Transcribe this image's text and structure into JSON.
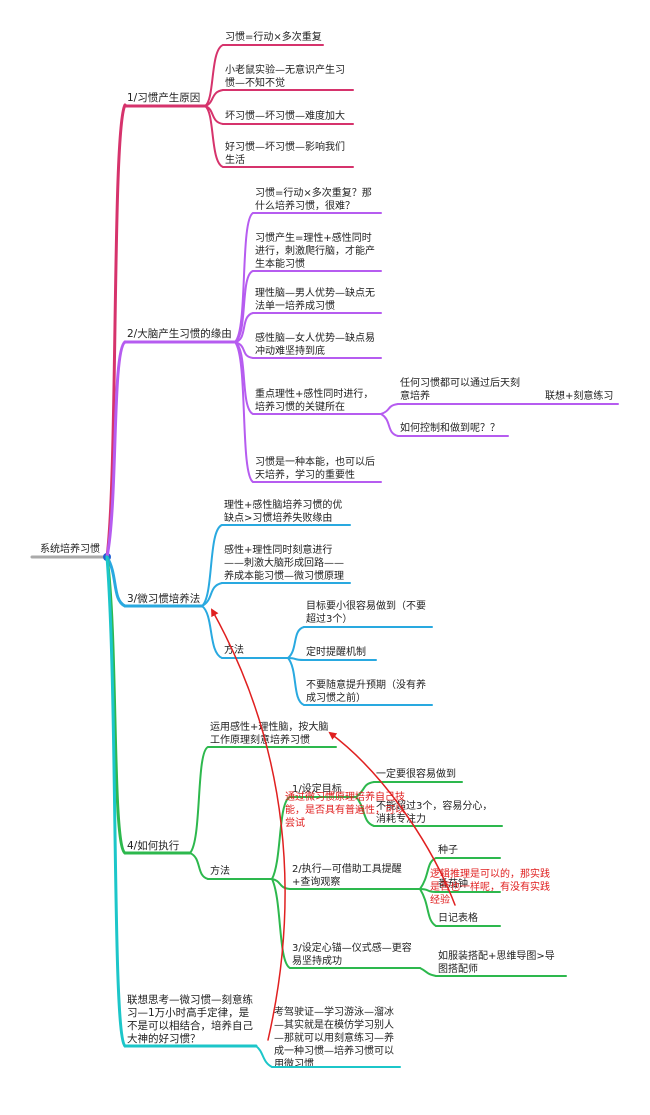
{
  "colors": {
    "branch1": "#d6336c",
    "branch2": "#b65cf0",
    "branch3": "#29a9e0",
    "branch4": "#2db84d",
    "branch5": "#1cc6c9",
    "root_bar": "#aaaaaa",
    "root_dot": "#1f5fd6",
    "note": "#e02020"
  },
  "root": {
    "label": "系统培养习惯"
  },
  "branches": [
    {
      "label": "1/习惯产生原因",
      "items": [
        [
          "习惯=行动×多次重复"
        ],
        [
          "小老鼠实验—无意识产生习",
          "惯—不知不觉"
        ],
        [
          "坏习惯—坏习惯—难度加大"
        ],
        [
          "好习惯—坏习惯—影响我们",
          "生活"
        ]
      ]
    },
    {
      "label": "2/大脑产生习惯的缘由",
      "items": [
        [
          "习惯=行动×多次重复？那",
          "什么培养习惯，很难？"
        ],
        [
          "习惯产生=理性+感性同时",
          "进行，刺激爬行脑，才能产",
          "生本能习惯"
        ],
        [
          "理性脑—男人优势—缺点无",
          "法单一培养成习惯"
        ],
        [
          "感性脑—女人优势—缺点易",
          "冲动难坚持到底"
        ],
        [
          "重点理性+感性同时进行，",
          "培养习惯的关键所在"
        ],
        [
          "习惯是一种本能，也可以后",
          "天培养，学习的重要性"
        ]
      ],
      "sub": [
        [
          "任何习惯都可以通过后天刻",
          "意培养"
        ],
        [
          "如何控制和做到呢？？"
        ]
      ],
      "subsub": [
        "联想+刻意练习"
      ]
    },
    {
      "label": "3/微习惯培养法",
      "items": [
        [
          "理性+感性脑培养习惯的优",
          "缺点>习惯培养失败缘由"
        ],
        [
          "感性+理性同时刻意进行",
          "——刺激大脑形成回路——",
          "养成本能习惯—微习惯原理"
        ],
        [
          "方法"
        ]
      ],
      "methods": [
        [
          "目标要小很容易做到（不要",
          "超过3个）"
        ],
        [
          "定时提醒机制"
        ],
        [
          "不要随意提升预期（没有养",
          "成习惯之前）"
        ]
      ]
    },
    {
      "label": "4/如何执行",
      "items": [
        [
          "运用感性+理性脑，按大脑",
          "工作原理刻意培养习惯"
        ],
        [
          "方法"
        ]
      ],
      "methods": [
        [
          "1/设定目标"
        ],
        [
          "2/执行—可借助工具提醒",
          "+查询观察"
        ],
        [
          "3/设定心锚—仪式感—更容",
          "易坚持成功"
        ]
      ],
      "goal_items": [
        [
          "一定要很容易做到"
        ],
        [
          "不能超过3个，容易分心，",
          "消耗专注力"
        ]
      ],
      "tool_items": [
        [
          "种子"
        ],
        [
          "番茄钟"
        ],
        [
          "日记表格"
        ]
      ],
      "anchor_items": [
        [
          "如服装搭配+思维导图>导",
          "图搭配师"
        ]
      ]
    },
    {
      "label": [
        "联想思考—微习惯—刻意练",
        "习—1万小时高手定律，是",
        "不是可以相结合，培养自己",
        "大神的好习惯？"
      ],
      "items": [
        [
          "考驾驶证—学习游泳—溜冰",
          "—其实就是在模仿学习别人",
          "—那就可以用刻意练习—养",
          "成一种习惯—培养习惯可以",
          "用微习惯"
        ]
      ]
    }
  ],
  "notes": [
    [
      "通过微习惯原理培养自己技",
      "能，是否具有普遍性，可以",
      "尝试"
    ],
    [
      "逻辑推理是可以的，那实践",
      "是否也一样呢，有没有实践",
      "经验"
    ]
  ]
}
